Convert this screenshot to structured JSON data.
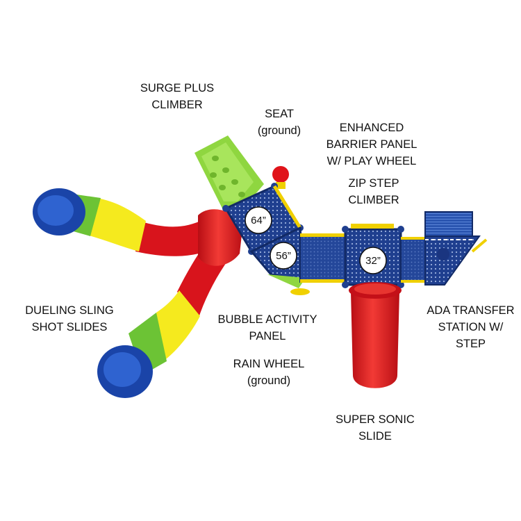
{
  "labels": {
    "surge_plus_climber": [
      "SURGE PLUS",
      "CLIMBER"
    ],
    "seat": [
      "SEAT",
      "(ground)"
    ],
    "enhanced_barrier_panel": [
      "ENHANCED",
      "BARRIER PANEL",
      "W/ PLAY WHEEL"
    ],
    "zip_step_climber": [
      "ZIP STEP",
      "CLIMBER"
    ],
    "dueling_sling_shot_slides": [
      "DUELING SLING",
      "SHOT SLIDES"
    ],
    "bubble_activity_panel": [
      "BUBBLE ACTIVITY",
      "PANEL"
    ],
    "rain_wheel": [
      "RAIN WHEEL",
      "(ground)"
    ],
    "ada_transfer_station": [
      "ADA TRANSFER",
      "STATION W/",
      "STEP"
    ],
    "super_sonic_slide": [
      "SUPER SONIC",
      "SLIDE"
    ]
  },
  "deck_heights": {
    "deck_a": "64”",
    "deck_b": "56”",
    "deck_c": "32”"
  },
  "colors": {
    "deck_blue": "#1f3f8f",
    "slide_red": "#d8141c",
    "slide_yellow": "#f5ea1e",
    "slide_green": "#6cc335",
    "climber_green": "#8fd640",
    "accent_yellow": "#f0d000"
  }
}
